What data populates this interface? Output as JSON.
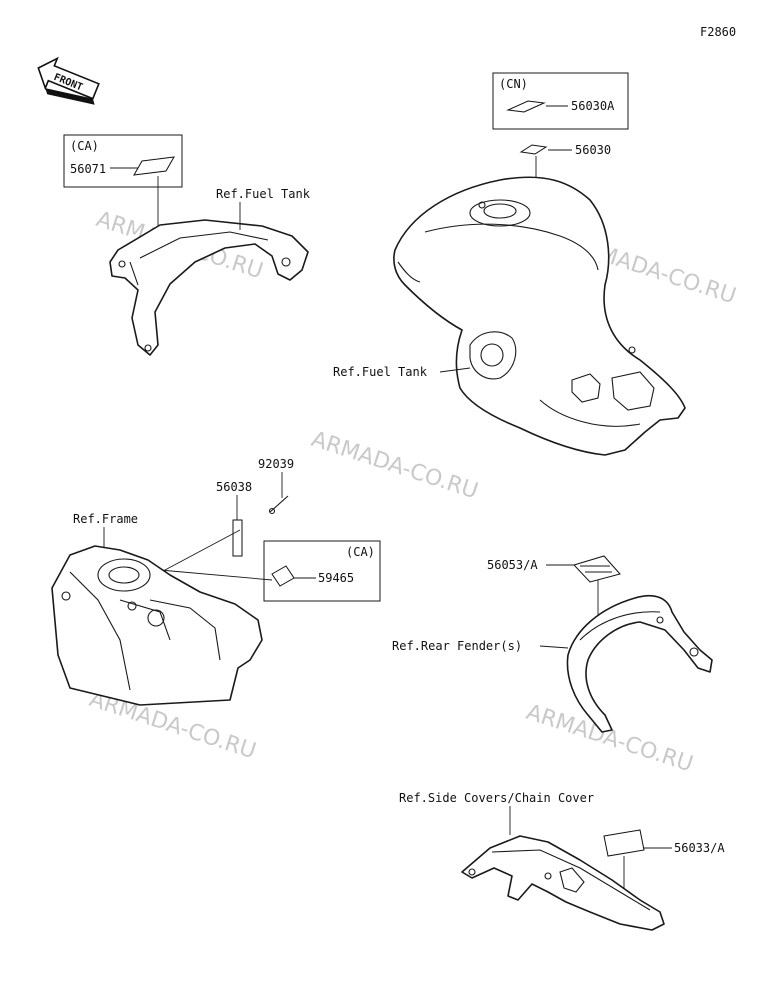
{
  "figure_code": "F2860",
  "front_arrow": "FRONT",
  "watermark": "ARMADA-CO.RU",
  "variant_ca": "(CA)",
  "variant_cn": "(CN)",
  "parts": {
    "p56071": "56071",
    "p56030A": "56030A",
    "p56030": "56030",
    "p92039": "92039",
    "p56038": "56038",
    "p59465": "59465",
    "p56053A": "56053/A",
    "p56033A": "56033/A"
  },
  "refs": {
    "fuel_tank_left": "Ref.Fuel Tank",
    "fuel_tank_right": "Ref.Fuel Tank",
    "frame": "Ref.Frame",
    "rear_fender": "Ref.Rear Fender(s)",
    "side_covers": "Ref.Side Covers/Chain Cover"
  }
}
